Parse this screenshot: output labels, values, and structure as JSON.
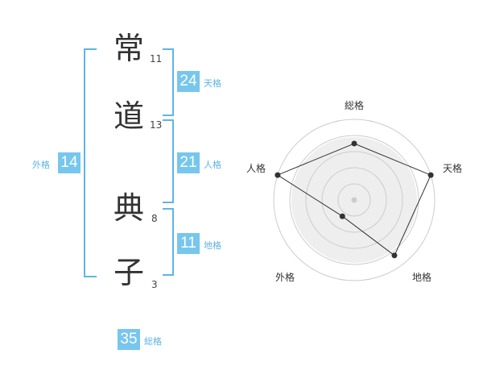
{
  "name": {
    "chars": [
      {
        "kanji": "常",
        "strokes": "11"
      },
      {
        "kanji": "道",
        "strokes": "13"
      },
      {
        "kanji": "典",
        "strokes": "8"
      },
      {
        "kanji": "子",
        "strokes": "3"
      }
    ]
  },
  "fortune": {
    "tenkaku": {
      "value": "24",
      "label": "天格"
    },
    "jinkaku": {
      "value": "21",
      "label": "人格"
    },
    "chikaku": {
      "value": "11",
      "label": "地格"
    },
    "gaikaku": {
      "value": "14",
      "label": "外格"
    },
    "soukaku": {
      "value": "35",
      "label": "総格"
    }
  },
  "radar": {
    "axes": [
      "総格",
      "天格",
      "地格",
      "外格",
      "人格"
    ],
    "scores": [
      0.7,
      1.0,
      0.85,
      0.25,
      1.0
    ],
    "rings": 5,
    "colors": {
      "fill": "#eeeeee",
      "ring": "#cccccc",
      "line": "#333333",
      "point": "#333333",
      "center": "#cccccc"
    }
  }
}
